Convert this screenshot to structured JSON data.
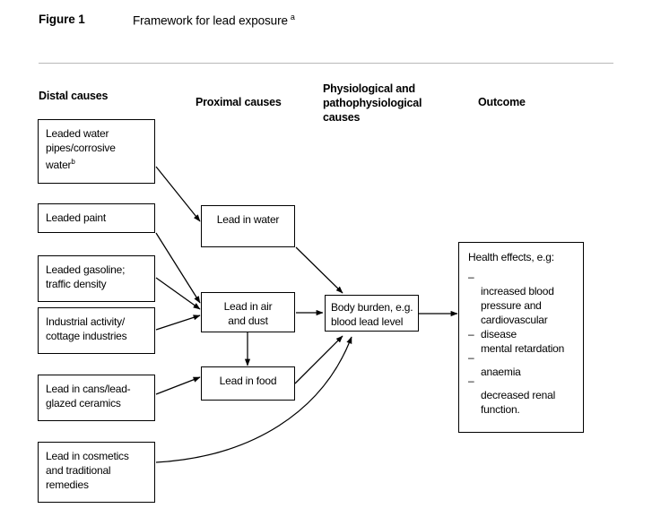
{
  "figure": {
    "label": "Figure 1",
    "title": "Framework for lead exposure",
    "title_superscript": "a"
  },
  "columns": {
    "distal": "Distal causes",
    "proximal": "Proximal causes",
    "physiological": "Physiological and\npathophysiological\ncauses",
    "outcome": "Outcome"
  },
  "distal_boxes": [
    {
      "text": "Leaded water\npipes/corrosive\nwater",
      "superscript": "b"
    },
    {
      "text": "Leaded paint",
      "superscript": ""
    },
    {
      "text": "Leaded gasoline;\ntraffic density",
      "superscript": ""
    },
    {
      "text": "Industrial activity/\ncottage industries",
      "superscript": ""
    },
    {
      "text": "Lead in cans/lead-\nglazed ceramics",
      "superscript": ""
    },
    {
      "text": "Lead in cosmetics\nand traditional\nremedies",
      "superscript": ""
    }
  ],
  "proximal_boxes": [
    {
      "text": "Lead in water"
    },
    {
      "text": "Lead in air\nand dust"
    },
    {
      "text": "Lead in food"
    }
  ],
  "physiological_box": {
    "text": "Body burden, e.g.\nblood lead level"
  },
  "outcome_box": {
    "heading": "Health effects, e.g:",
    "dash": "–",
    "items": [
      "increased blood\npressure and\ncardiovascular\ndisease",
      "mental retardation",
      "anaemia",
      "decreased renal\nfunction."
    ]
  },
  "colors": {
    "ink": "#000000",
    "rule": "#b9b9b9",
    "background": "#ffffff"
  }
}
